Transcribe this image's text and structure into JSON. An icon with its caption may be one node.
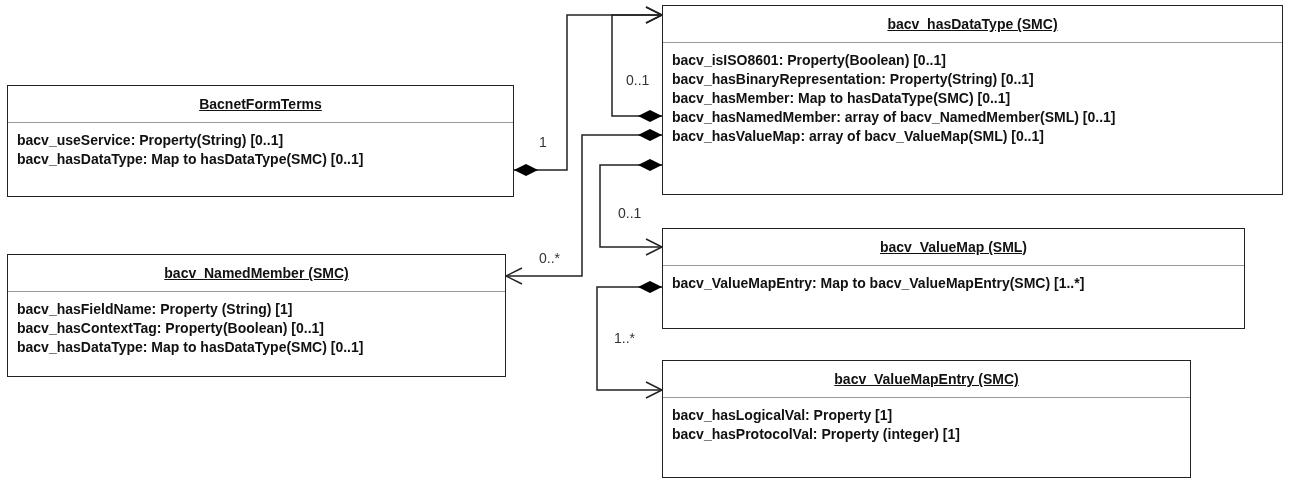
{
  "diagram": {
    "nodes": [
      {
        "text": [
          "BacnetFormTerms",
          "bacv_useService: Property(String) [0..1]",
          "bacv_hasDataType: Map to hasDataType(SMC) [0..1]"
        ]
      },
      {
        "text": [
          "bacv_hasDataType (SMC)",
          "bacv_isISO8601: Property(Boolean) [0..1]",
          "bacv_hasBinaryRepresentation: Property(String) [0..1]",
          "bacv_hasMember: Map to hasDataType(SMC) [0..1]",
          "bacv_hasNamedMember: array of bacv_NamedMember(SML) [0..1]",
          "bacv_hasValueMap: array of bacv_ValueMap(SML) [0..1]"
        ]
      },
      {
        "text": [
          "bacv_NamedMember (SMC)",
          "bacv_hasFieldName: Property (String) [1]",
          "bacv_hasContextTag: Property(Boolean) [0..1]",
          "bacv_hasDataType: Map to hasDataType(SMC) [0..1]"
        ]
      },
      {
        "text": [
          "bacv_ValueMap (SML)",
          "bacv_ValueMapEntry: Map to bacv_ValueMapEntry(SMC) [1..*]"
        ]
      },
      {
        "text": [
          "bacv_ValueMapEntry (SMC)",
          "bacv_hasLogicalVal: Property [1]",
          "bacv_hasProtocolVal: Property (integer) [1]"
        ]
      }
    ],
    "edges": [
      {
        "from": 0,
        "to": 1,
        "arrow": "to",
        "label": "1"
      },
      {
        "from": 1,
        "to": 1,
        "arrow": "to",
        "label": "0..1"
      },
      {
        "from": 1,
        "to": 2,
        "arrow": "to",
        "label": "0..*"
      },
      {
        "from": 1,
        "to": 3,
        "arrow": "to",
        "label": "0..1"
      },
      {
        "from": 3,
        "to": 4,
        "arrow": "to",
        "label": "1..*"
      }
    ]
  }
}
